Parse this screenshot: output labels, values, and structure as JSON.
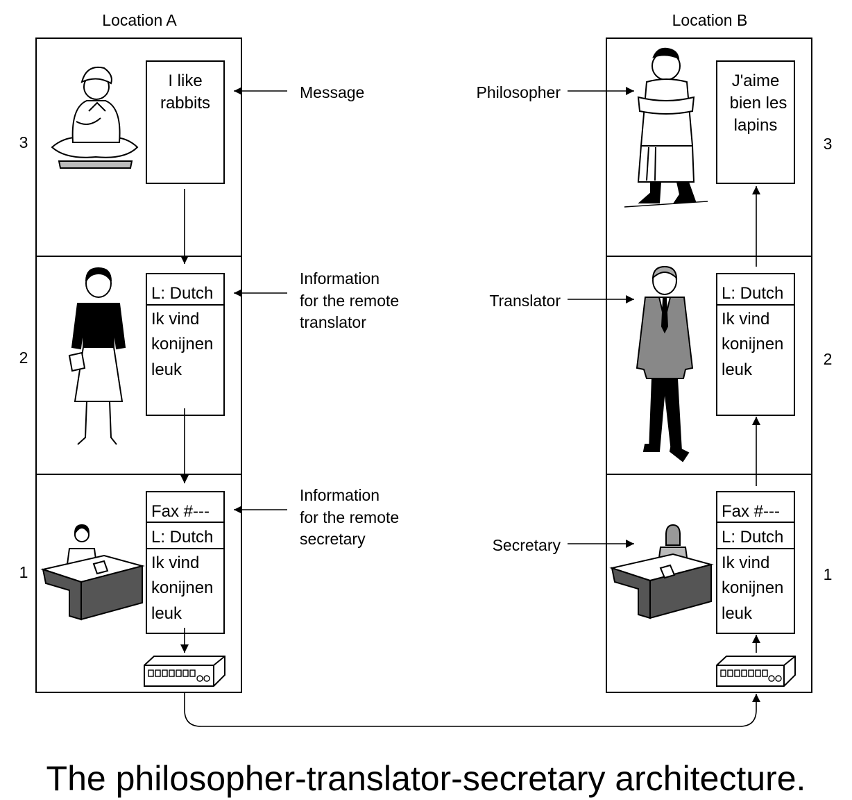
{
  "location_a": {
    "title": "Location A"
  },
  "location_b": {
    "title": "Location B"
  },
  "layer_numbers": {
    "three": "3",
    "two": "2",
    "one": "1"
  },
  "labels": {
    "message": "Message",
    "info_translator": [
      "Information",
      "for the remote",
      "translator"
    ],
    "info_secretary": [
      "Information",
      "for the remote",
      "secretary"
    ],
    "philosopher": "Philosopher",
    "translator": "Translator",
    "secretary": "Secretary"
  },
  "docs": {
    "a3": [
      "I like",
      "rabbits"
    ],
    "b3": [
      "J'aime",
      "bien les",
      "lapins"
    ],
    "layer2_header": "L: Dutch",
    "layer2_body": [
      "Ik vind",
      "konijnen",
      "leuk"
    ],
    "layer1_fax": "Fax #---",
    "layer1_lang": "L: Dutch",
    "layer1_body": [
      "Ik vind",
      "konijnen",
      "leuk"
    ]
  },
  "caption": "The philosopher-translator-secretary architecture."
}
